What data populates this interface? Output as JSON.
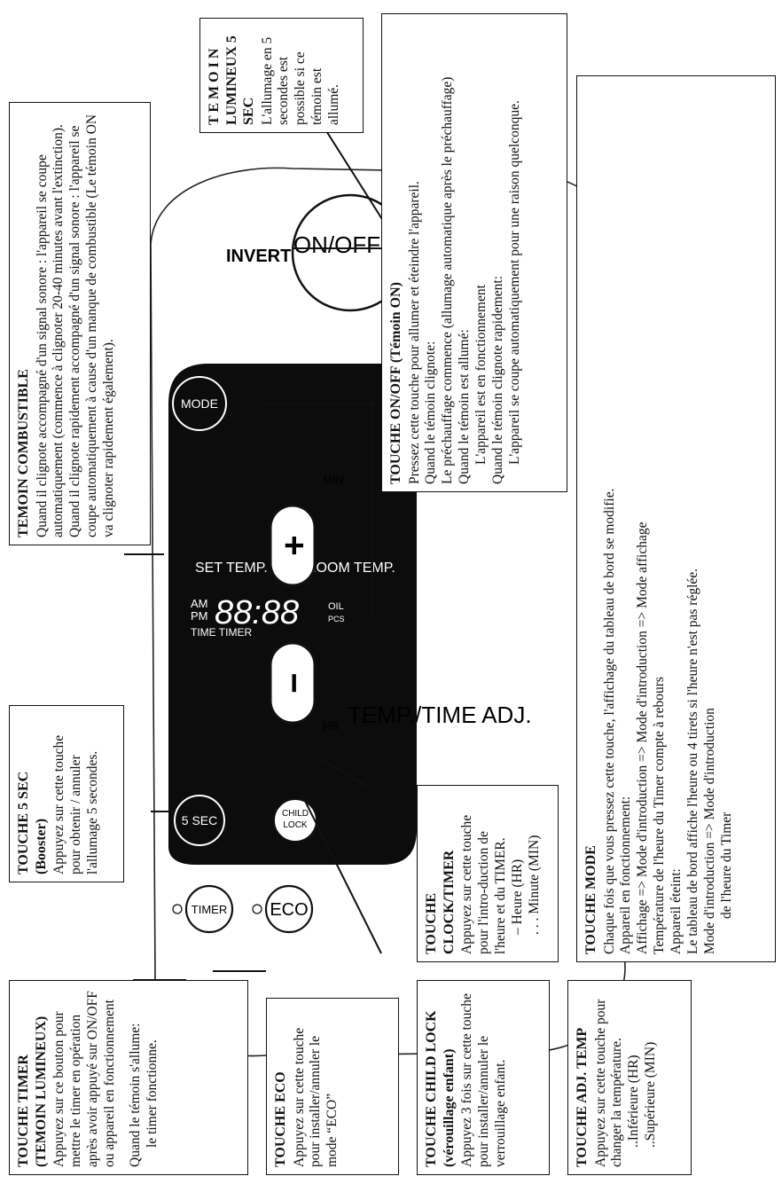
{
  "panel": {
    "brand": "INVERTER®",
    "lcd": {
      "set_temp": "SET TEMP.",
      "room_temp": "ROOM TEMP.",
      "am": "AM",
      "pm": "PM",
      "digits": "88:88",
      "sub": "TIME TIMER",
      "oil": "OIL",
      "pcs": "PCS"
    },
    "buttons": {
      "five_sec": "5 SEC",
      "mode": "MODE",
      "on_off": "ON/OFF",
      "timer": "TIMER",
      "eco": "ECO",
      "child_lock_1": "CHILD",
      "child_lock_2": "LOCK",
      "minus": "−",
      "plus": "+",
      "hr": "HR",
      "min": "MIN"
    },
    "temp_time_adj": "TEMP./TIME ADJ."
  },
  "boxes": {
    "combustible": {
      "title": "TEMOIN COMBUSTIBLE",
      "lines": [
        "Quand il clignote accompagné d'un signal sonore : l'appareil se coupe automatiquement (commence à clignoter 20-40 minutes avant l'extinction).",
        "Quand il clignote rapidement accompagné d'un signal sonore : l'appareil se coupe automatiquement à cause d'un manque de combustible (Le témoin ON va clignoter rapidement également)."
      ]
    },
    "lumineux": {
      "title": "T E M O I N LUMINEUX 5 SEC",
      "text": "L'allumage en 5 secondes est possible si ce témoin est allumé."
    },
    "five_sec": {
      "title": "TOUCHE 5 SEC (Booster)",
      "text": "Appuyez sur cette touche pour obtenir / annuler l'allumage 5 secondes."
    },
    "on_off": {
      "title": "TOUCHE ON/OFF (Témoin ON)",
      "lines": [
        "Pressez cette touche pour allumer et éteindre l'appareil.",
        "Quand le témoin clignote:",
        "Le préchauffage commence (allumage automatique après le préchauffage)",
        "Quand le témoin est allumé:",
        "L'appareil est en fonctionnement",
        "Quand le témoin clignote rapidement:",
        "L'appareil se coupe automatiquement pour une raison quelconque."
      ]
    },
    "timer": {
      "title": "TOUCHE TIMER (TEMOIN LUMINEUX)",
      "text": "Appuyez sur ce bouton pour mettre le timer en opération après avoir appuyé sur ON/OFF ou appareil en fonctionnement",
      "text2": "Quand le témoin s'allume:",
      "text3": "le timer fonctionne."
    },
    "eco": {
      "title": "TOUCHE ECO",
      "text": "Appuyez sur cette touche pour installer/annuler le mode “ECO”"
    },
    "child_lock": {
      "title": "TOUCHE CHILD LOCK (vérouillage enfant)",
      "text": "Appuyez 3 fois sur cette touche pour installer/annuler le verrouillage enfant."
    },
    "clock": {
      "title": "TOUCHE CLOCK/TIMER",
      "text": "Appuyez sur cette touche pour l'intro-duction de l'heure et du TIMER.",
      "l1": "– Heure (HR)",
      "l2": ". . . Minute (MIN)"
    },
    "adj_temp": {
      "title": "TOUCHE ADJ. TEMP",
      "text": "Appuyez sur cette touche pour changer la température.",
      "l1": "..Inférieure (HR)",
      "l2": "..Supérieure (MIN)"
    },
    "mode": {
      "title": "TOUCHE MODE",
      "intro": "Chaque fois que vous pressez cette touche, l'affichage du tableau de bord se modifie.",
      "on_label": "Appareil en fonctionnement:",
      "on_row": "Affichage => Mode d'introduction => Mode d'introduction => Mode affichage",
      "on_row2": "Température      de l'heure      du Timer      compte à rebours",
      "off_label": "Appareil éteint:",
      "off_note": "Le tableau de bord affiche l'heure ou 4 tirets si l'heure n'est pas réglée.",
      "off_row": "Mode d'introduction => Mode d'introduction",
      "off_row2": "de l'heure      du Timer"
    }
  }
}
